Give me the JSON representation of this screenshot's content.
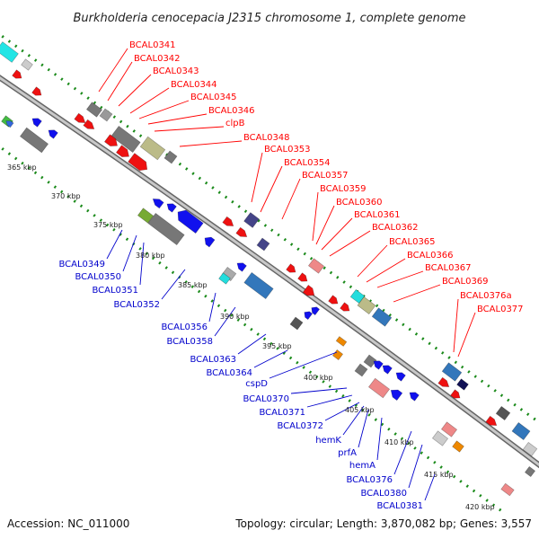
{
  "title": "Burkholderia cenocepacia J2315 chromosome 1, complete genome",
  "footer": {
    "accession": "Accession: NC_011000",
    "info": "Topology: circular; Length: 3,870,082 bp; Genes: 3,557"
  },
  "colors": {
    "forward_label": "#ff0000",
    "reverse_label": "#0000cc",
    "backbone": "#888888",
    "tick_dots": "#1a8a1a"
  },
  "kbp_ticks": [
    "365 kbp",
    "370 kbp",
    "375 kbp",
    "380 kbp",
    "385 kbp",
    "390 kbp",
    "395 kbp",
    "400 kbp",
    "405 kbp",
    "410 kbp",
    "415 kbp",
    "420 kbp"
  ],
  "forward_labels": [
    "BCAL0341",
    "BCAL0342",
    "BCAL0343",
    "BCAL0344",
    "BCAL0345",
    "BCAL0346",
    "clpB",
    "BCAL0348",
    "BCAL0353",
    "BCAL0354",
    "BCAL0357",
    "BCAL0359",
    "BCAL0360",
    "BCAL0361",
    "BCAL0362",
    "BCAL0365",
    "BCAL0366",
    "BCAL0367",
    "BCAL0369",
    "BCAL0376a",
    "BCAL0377"
  ],
  "reverse_labels": [
    "BCAL0349",
    "BCAL0350",
    "BCAL0351",
    "BCAL0352",
    "BCAL0356",
    "BCAL0358",
    "BCAL0363",
    "BCAL0364",
    "cspD",
    "BCAL0370",
    "BCAL0371",
    "BCAL0372",
    "hemK",
    "prfA",
    "hemA",
    "BCAL0376",
    "BCAL0380",
    "BCAL0381"
  ]
}
